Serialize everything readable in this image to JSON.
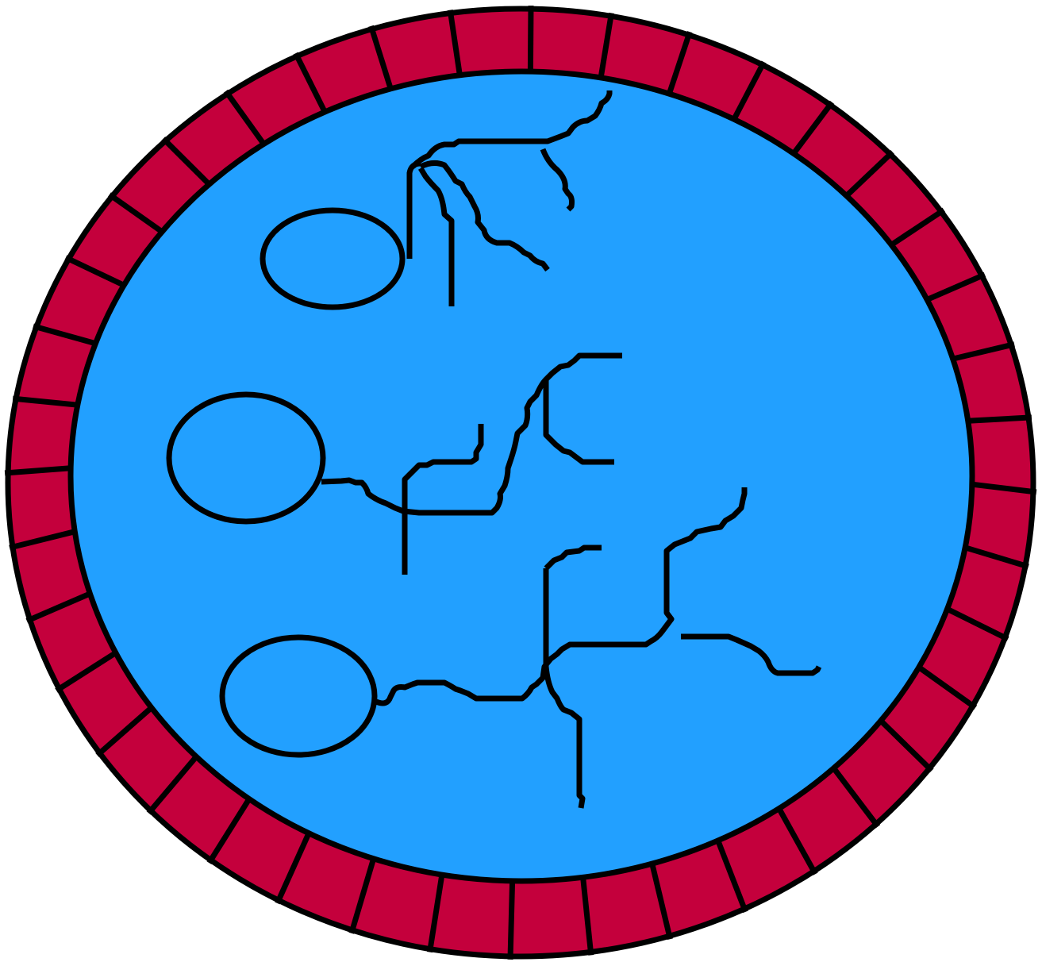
{
  "colors": {
    "rim": "#c4003c",
    "interior": "#22a0ff",
    "line": "#000000"
  },
  "rim": {
    "segment_count": 40
  },
  "structures": [
    {
      "name": "upper-structure",
      "branch_count": 5
    },
    {
      "name": "middle-structure",
      "branch_count": 4
    },
    {
      "name": "lower-structure",
      "branch_count": 5
    }
  ]
}
